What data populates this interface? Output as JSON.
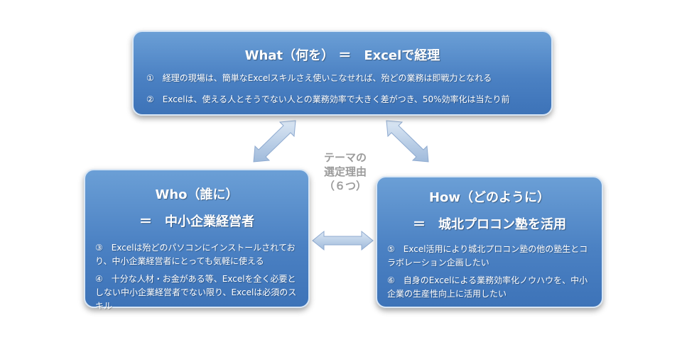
{
  "what": {
    "title": "What（何を） ＝　Excelで経理",
    "items": [
      "①　経理の現場は、簡単なExcelスキルさえ使いこなせれば、殆どの業務は即戦力となれる",
      "②　Excelは、使える人とそうでない人との業務効率で大きく差がつき、50%効率化は当たり前"
    ]
  },
  "who": {
    "title": "Who（誰に）",
    "subtitle": "＝　中小企業経営者",
    "items": [
      "③　Excelは殆どのパソコンにインストールされており、中小企業経営者にとっても気軽に使える",
      "④　十分な人材・お金がある等、Excelを全く必要としない中小企業経営者でない限り、Excelは必須のスキル"
    ]
  },
  "how": {
    "title": "How（どのように）",
    "subtitle": "＝　城北プロコン塾を活用",
    "items": [
      "⑤　Excel活用により城北プロコン塾の他の塾生とコラボレーション企画したい",
      "⑥　自身のExcelによる業務効率化ノウハウを、中小企業の生産性向上に活用したい"
    ]
  },
  "center": {
    "line1": "テーマの",
    "line2": "選定理由",
    "line3": "（６つ）"
  },
  "colors": {
    "box_fill": "#4b81c3",
    "arrow_fill": "#b8cde6",
    "center_text": "#9b9b9b"
  }
}
